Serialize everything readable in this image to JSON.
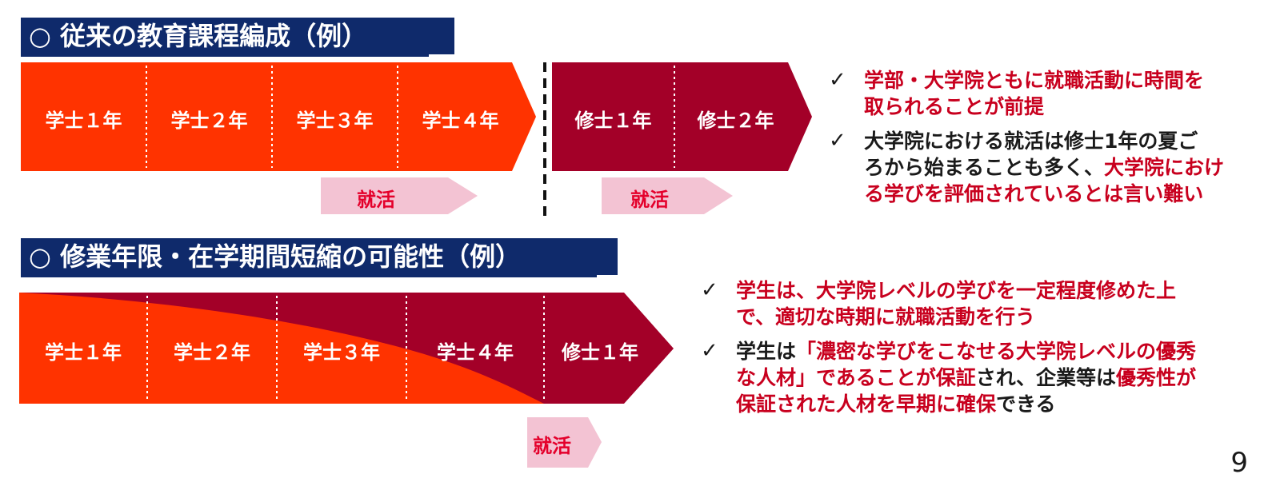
{
  "section1": {
    "title": "○ 従来の教育課程編成（例）",
    "years_undergrad": [
      "学士１年",
      "学士２年",
      "学士３年",
      "学士４年"
    ],
    "years_master": [
      "修士１年",
      "修士２年"
    ],
    "job_hunting_label": "就活",
    "bullet1": [
      "学部・大学院ともに就職活動に時間を",
      "取られることが前提"
    ],
    "bullet2": {
      "line1": "大学院における就活は修士1年の夏ご",
      "line2_black": "ろから始まることも多く、",
      "line2_red": "大学院におけ",
      "line3_red": "る学びを評価されているとは言い難い"
    }
  },
  "section2": {
    "title": "○ 修業年限・在学期間短縮の可能性（例）",
    "years": [
      "学士１年",
      "学士２年",
      "学士３年",
      "学士４年",
      "修士１年"
    ],
    "job_hunting_label": "就活",
    "bullet1": [
      "学生は、大学院レベルの学びを一定程度修めた上",
      "で、適切な時期に就職活動を行う"
    ],
    "bullet2": {
      "l1_black": "学生は",
      "l1_red": "「濃密な学びをこなせる大学院レベルの優秀",
      "l2_red": "な人材」",
      "l2_black_a": "であることが保証",
      "l2_black_b": "され、企業等は",
      "l2_red_b": "優秀性が",
      "l3_red": "保証された人材を早期に確保",
      "l3_black": "できる"
    }
  },
  "check_mark": "✓",
  "page_number": "9",
  "colors": {
    "orange": "#ff3300",
    "maroon": "#a30028",
    "navy": "#0f2a6b",
    "pink": "#f3c3d3",
    "red_text": "#c8001e"
  }
}
